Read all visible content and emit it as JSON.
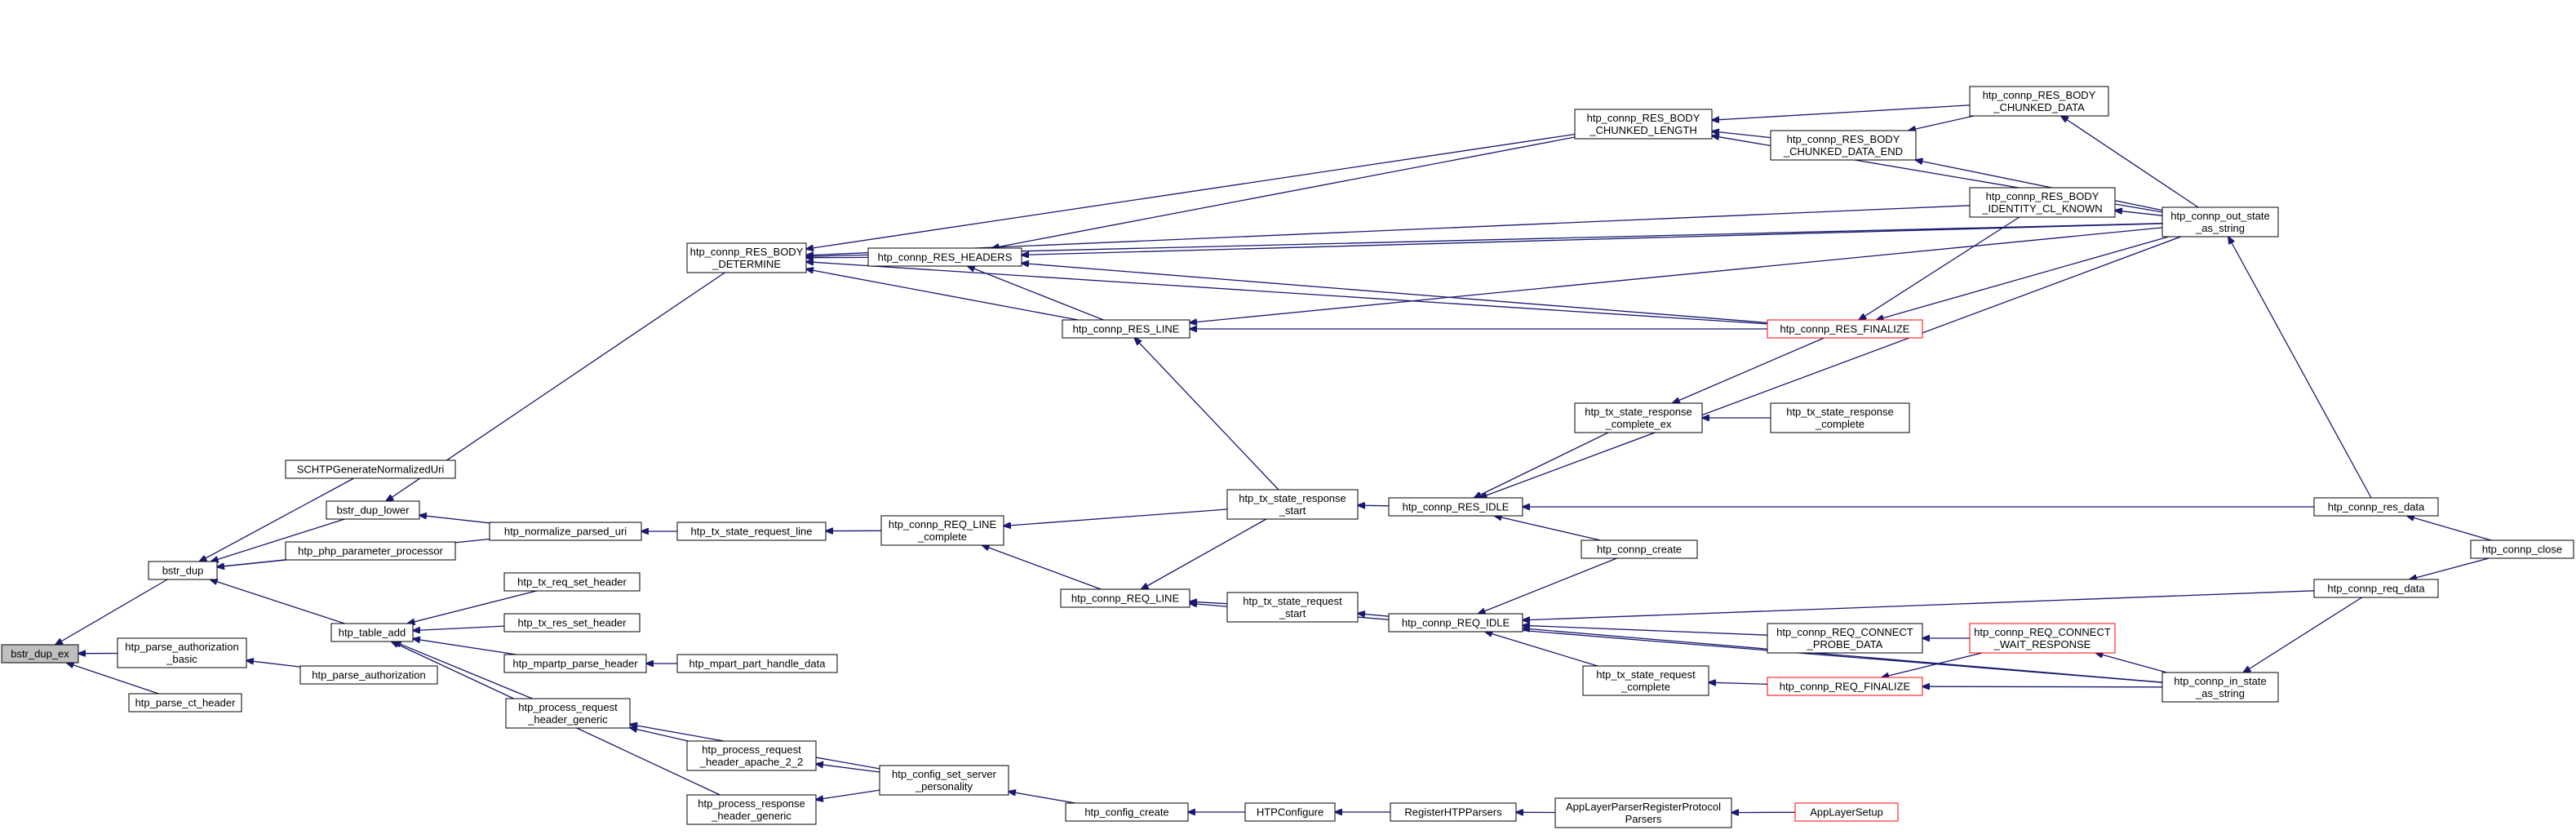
{
  "diagram_title": "",
  "colors": {
    "edge": "#191970",
    "node_border": "#000000",
    "highlight_border": "#ff0000",
    "root_fill": "#bfbfbf",
    "node_fill": "#ffffff"
  },
  "nodes": {
    "bstr_dup_ex": "bstr_dup_ex",
    "bstr_dup": "bstr_dup",
    "htp_parse_authorization_basic": [
      "htp_parse_authorization",
      "_basic"
    ],
    "htp_parse_ct_header": "htp_parse_ct_header",
    "SCHTPGenerateNormalizedUri": "SCHTPGenerateNormalizedUri",
    "bstr_dup_lower": "bstr_dup_lower",
    "htp_php_parameter_processor": "htp_php_parameter_processor",
    "htp_table_add": "htp_table_add",
    "htp_parse_authorization": "htp_parse_authorization",
    "htp_connp_RES_BODY_DETERMINE": [
      "htp_connp_RES_BODY",
      "_DETERMINE"
    ],
    "htp_normalize_parsed_uri": "htp_normalize_parsed_uri",
    "htp_tx_req_set_header": "htp_tx_req_set_header",
    "htp_tx_res_set_header": "htp_tx_res_set_header",
    "htp_mpartp_parse_header": "htp_mpartp_parse_header",
    "htp_process_request_header_generic": [
      "htp_process_request",
      "_header_generic"
    ],
    "htp_process_request_header_apache_2_2": [
      "htp_process_request",
      "_header_apache_2_2"
    ],
    "htp_process_response_header_generic": [
      "htp_process_response",
      "_header_generic"
    ],
    "htp_tx_state_request_line": "htp_tx_state_request_line",
    "htp_mpart_part_handle_data": "htp_mpart_part_handle_data",
    "htp_config_set_server_personality": [
      "htp_config_set_server",
      "_personality"
    ],
    "htp_connp_RES_HEADERS": "htp_connp_RES_HEADERS",
    "htp_connp_REQ_LINE_complete": [
      "htp_connp_REQ_LINE",
      "_complete"
    ],
    "htp_connp_RES_LINE": "htp_connp_RES_LINE",
    "htp_connp_REQ_LINE": "htp_connp_REQ_LINE",
    "htp_config_create": "htp_config_create",
    "htp_tx_state_response_start": [
      "htp_tx_state_response",
      "_start"
    ],
    "htp_tx_state_request_start": [
      "htp_tx_state_request",
      "_start"
    ],
    "HTPConfigure": "HTPConfigure",
    "htp_connp_RES_IDLE": "htp_connp_RES_IDLE",
    "htp_connp_REQ_IDLE": "htp_connp_REQ_IDLE",
    "RegisterHTPParsers": "RegisterHTPParsers",
    "htp_connp_RES_BODY_CHUNKED_LENGTH": [
      "htp_connp_RES_BODY",
      "_CHUNKED_LENGTH"
    ],
    "htp_tx_state_response_complete_ex": [
      "htp_tx_state_response",
      "_complete_ex"
    ],
    "htp_connp_create": "htp_connp_create",
    "htp_tx_state_request_complete": [
      "htp_tx_state_request",
      "_complete"
    ],
    "AppLayerParserRegisterProtocolParsers": [
      "AppLayerParserRegisterProtocol",
      "Parsers"
    ],
    "htp_connp_RES_FINALIZE": "htp_connp_RES_FINALIZE",
    "htp_connp_REQ_CONNECT_PROBE_DATA": [
      "htp_connp_REQ_CONNECT",
      "_PROBE_DATA"
    ],
    "htp_connp_REQ_FINALIZE": "htp_connp_REQ_FINALIZE",
    "htp_connp_RES_BODY_CHUNKED_DATA_END": [
      "htp_connp_RES_BODY",
      "_CHUNKED_DATA_END"
    ],
    "htp_tx_state_response_complete": [
      "htp_tx_state_response",
      "_complete"
    ],
    "AppLayerSetup": "AppLayerSetup",
    "htp_connp_RES_BODY_CHUNKED_DATA": [
      "htp_connp_RES_BODY",
      "_CHUNKED_DATA"
    ],
    "htp_connp_RES_BODY_IDENTITY_CL_KNOWN": [
      "htp_connp_RES_BODY",
      "_IDENTITY_CL_KNOWN"
    ],
    "htp_connp_REQ_CONNECT_WAIT_RESPONSE": [
      "htp_connp_REQ_CONNECT",
      "_WAIT_RESPONSE"
    ],
    "htp_connp_out_state_as_string": [
      "htp_connp_out_state",
      "_as_string"
    ],
    "htp_connp_res_data": "htp_connp_res_data",
    "htp_connp_req_data": "htp_connp_req_data",
    "htp_connp_in_state_as_string": [
      "htp_connp_in_state",
      "_as_string"
    ],
    "htp_connp_close": "htp_connp_close"
  }
}
